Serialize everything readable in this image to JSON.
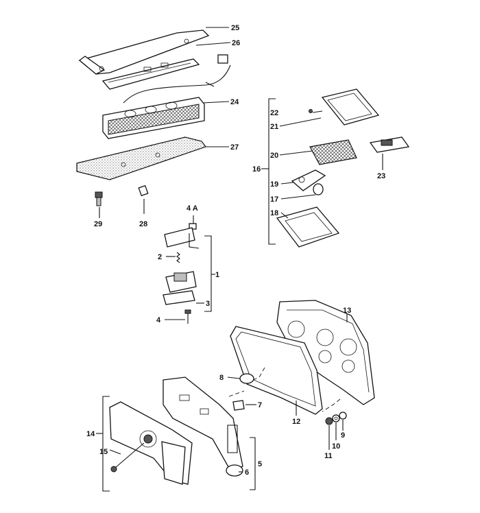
{
  "diagram": {
    "labels": {
      "l25": "25",
      "l26": "26",
      "l24": "24",
      "l27": "27",
      "l29": "29",
      "l28": "28",
      "l4a": "4 A",
      "l22": "22",
      "l21": "21",
      "l20": "20",
      "l16": "16",
      "l19": "19",
      "l17": "17",
      "l18": "18",
      "l23": "23",
      "l2": "2",
      "l1": "1",
      "l3": "3",
      "l4": "4",
      "l13": "13",
      "l8": "8",
      "l7": "7",
      "l12": "12",
      "l14": "14",
      "l15": "15",
      "l5": "5",
      "l6": "6",
      "l11": "11",
      "l10": "10",
      "l9": "9"
    }
  }
}
